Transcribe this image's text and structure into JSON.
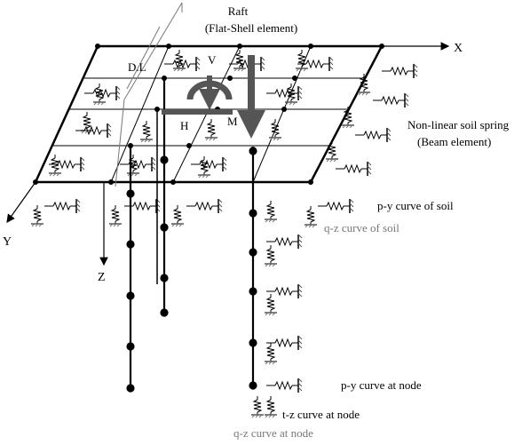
{
  "labels": {
    "raft_title": "Raft",
    "raft_subtitle": "(Flat-Shell element)",
    "axis_x": "X",
    "axis_y": "Y",
    "axis_z": "Z",
    "dead_load": "D.L",
    "vertical_load": "V",
    "horizontal_load": "H",
    "moment": "M",
    "soil_spring_line1": "Non-linear soil spring",
    "soil_spring_line2": "(Beam element)",
    "py_soil": "p-y curve of soil",
    "qz_soil": "q-z curve of soil",
    "py_node": "p-y curve at node",
    "tz_node": "t-z curve at node",
    "qz_node": "q-z curve at node"
  },
  "colors": {
    "line": "#000000",
    "load_arrow": "#555555",
    "gray_text": "#777777",
    "hatch": "#555555"
  }
}
